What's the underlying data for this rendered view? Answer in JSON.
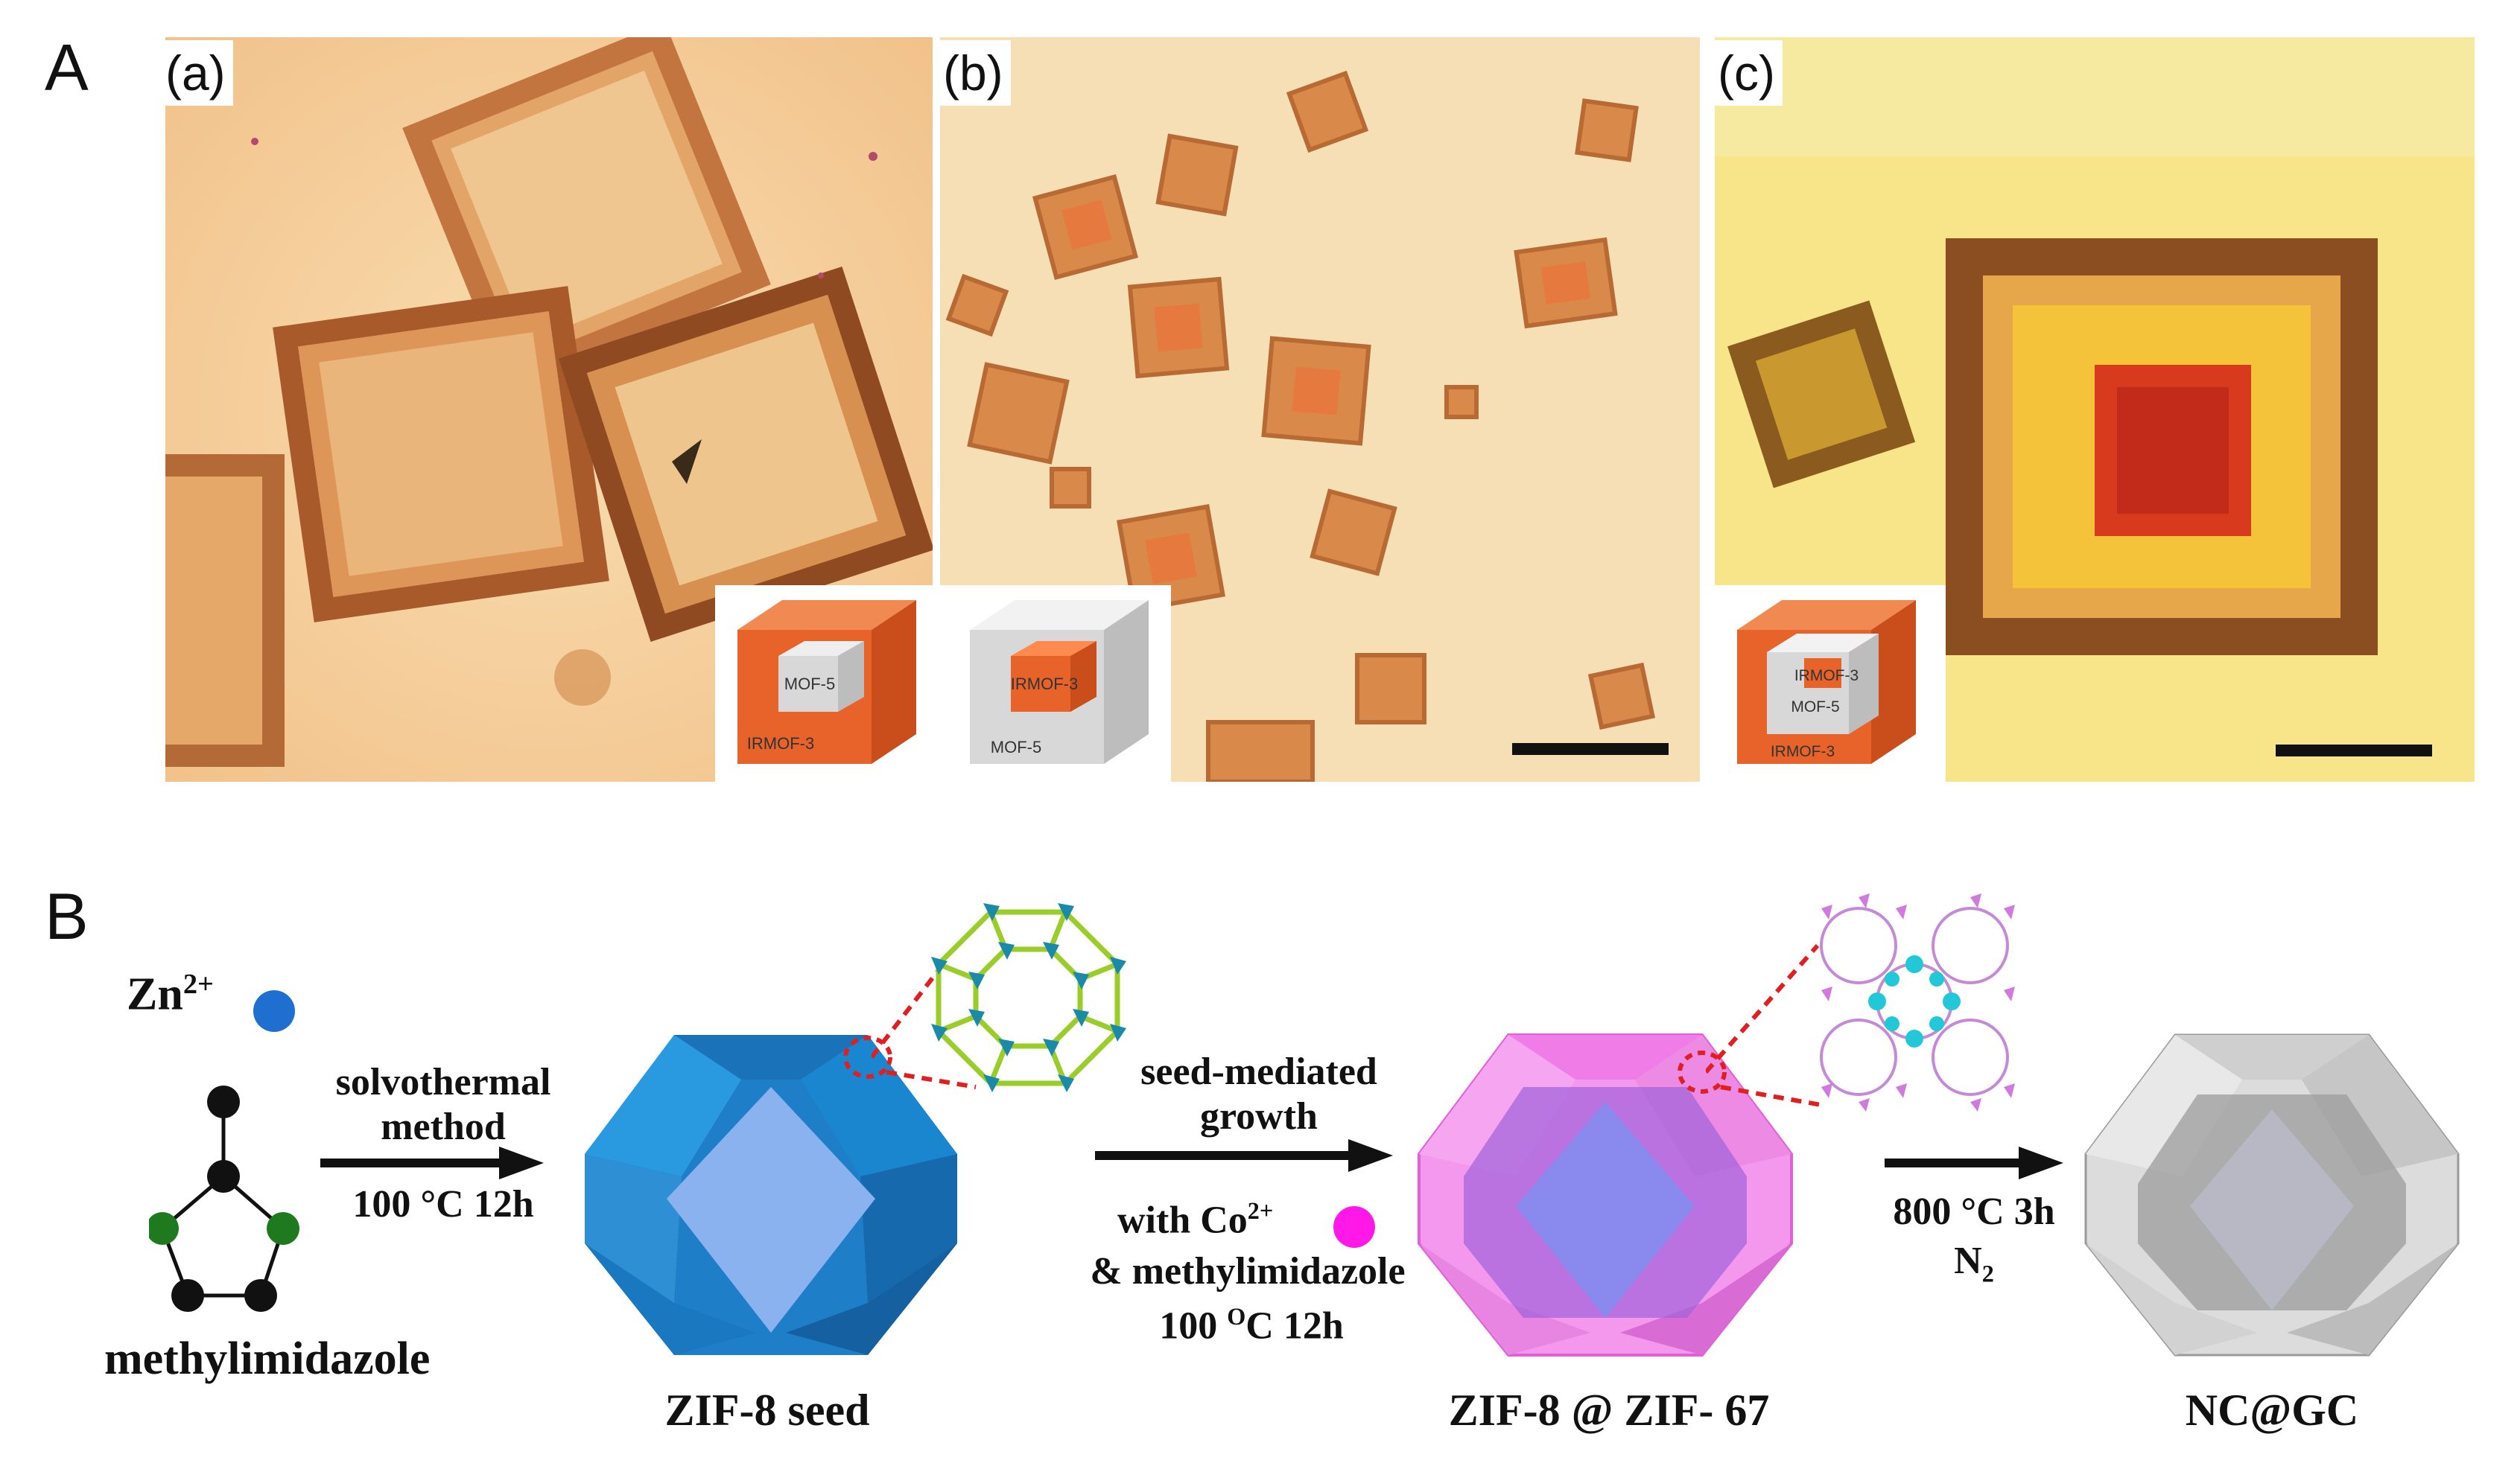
{
  "panelA": {
    "letter": "A",
    "a": {
      "label": "(a)",
      "inset_inner": "MOF-5",
      "inset_outer": "IRMOF-3"
    },
    "b": {
      "label": "(b)",
      "inset_inner": "IRMOF-3",
      "inset_outer": "MOF-5"
    },
    "c": {
      "label": "(c)",
      "inset_inner": "IRMOF-3",
      "inset_middle": "MOF-5",
      "inset_outer": "IRMOF-3"
    }
  },
  "panelB": {
    "letter": "B",
    "zn_label": "Zn",
    "zn_charge": "2+",
    "ligand_label": "methylimidazole",
    "step1_line1": "solvothermal",
    "step1_line2": "method",
    "step1_cond": "100 °C 12h",
    "seed_caption": "ZIF-8 seed",
    "step2_line1": "seed-mediated",
    "step2_line2": "growth",
    "step2_with": "with Co",
    "co_charge": "2+",
    "step2_line4": "& methylimidazole",
    "step2_cond_num": "100",
    "step2_cond_deg": "O",
    "step2_cond_rest": "C 12h",
    "core_shell_caption": "ZIF-8 @ ZIF- 67",
    "step3_cond": "800 °C 3h",
    "step3_gas": "N",
    "step3_gas_sub": "2",
    "final_caption": "NC@GC"
  },
  "colors": {
    "zn_dot": "#1f6fd0",
    "co_dot": "#ff18e8",
    "zif8_blue": "#2a9ae0",
    "zif67_pink": "#f07ce8",
    "irmof3_orange": "#e8632a",
    "mof5_grey": "#d8d8d8",
    "nitrogen_green": "#1f7a1f"
  }
}
